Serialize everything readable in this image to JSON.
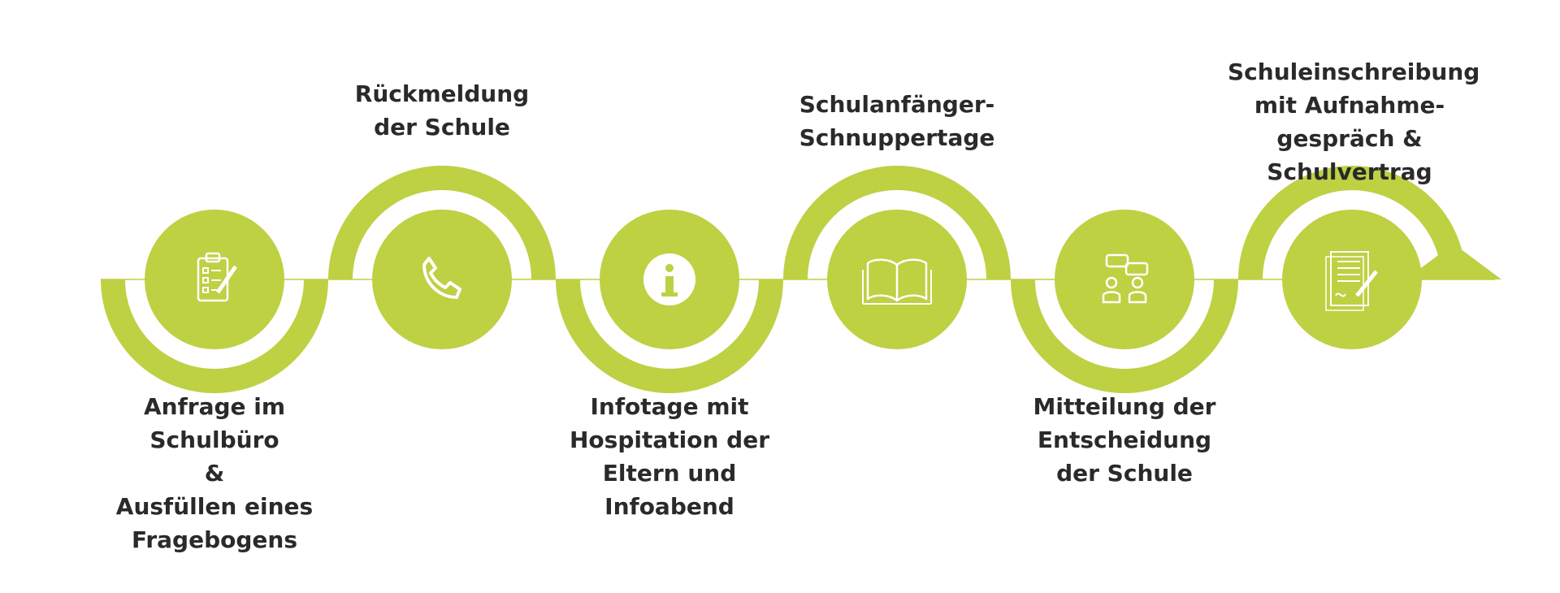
{
  "colors": {
    "accent": "#bdd143",
    "icon": "#ffffff",
    "text": "#2a2a2a",
    "background": "#ffffff"
  },
  "steps": [
    {
      "label": "Anfrage im\nSchulbüro\n&\nAusfüllen eines\nFragebogens",
      "icon": "clipboard-checklist-icon",
      "position": "bottom"
    },
    {
      "label": "Rückmeldung\nder Schule",
      "icon": "phone-icon",
      "position": "top"
    },
    {
      "label": "Infotage mit\nHospitation der\nEltern und\nInfoabend",
      "icon": "info-icon",
      "position": "bottom"
    },
    {
      "label": "Schulanfänger-\nSchnuppertage",
      "icon": "open-book-icon",
      "position": "top"
    },
    {
      "label": "Mitteilung der\nEntscheidung\nder Schule",
      "icon": "people-discussion-icon",
      "position": "bottom"
    },
    {
      "label": "Schuleinschreibung\nmit Aufnahme-\ngespräch &\nSchulvertrag",
      "icon": "contract-signing-icon",
      "position": "top"
    }
  ]
}
